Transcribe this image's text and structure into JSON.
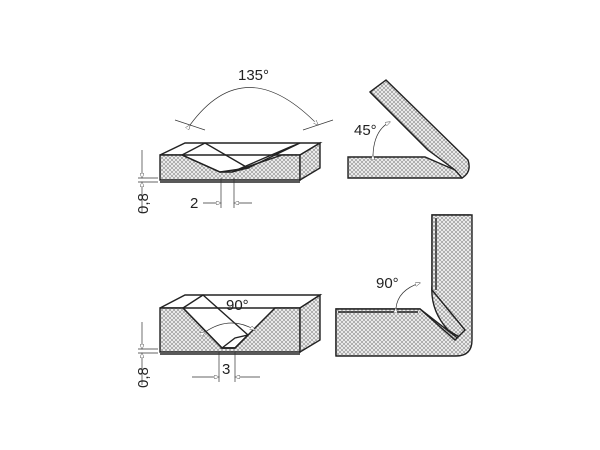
{
  "figure": {
    "description": "V-groove folding diagrams for composite panels",
    "colors": {
      "cut_face": "#e8823a",
      "cut_face_light": "#f6b07a",
      "core_hatch": "#888888",
      "outline": "#222222",
      "background": "#ffffff"
    },
    "panels": [
      {
        "id": "top-left",
        "type": "groove-profile",
        "angle_label": "135°",
        "width_label": "2",
        "depth_label": "0,8"
      },
      {
        "id": "top-right",
        "type": "folded-result",
        "angle_label": "45°"
      },
      {
        "id": "bottom-left",
        "type": "groove-profile",
        "angle_label": "90°",
        "width_label": "3",
        "depth_label": "0,8"
      },
      {
        "id": "bottom-right",
        "type": "folded-result",
        "angle_label": "90°"
      }
    ]
  }
}
